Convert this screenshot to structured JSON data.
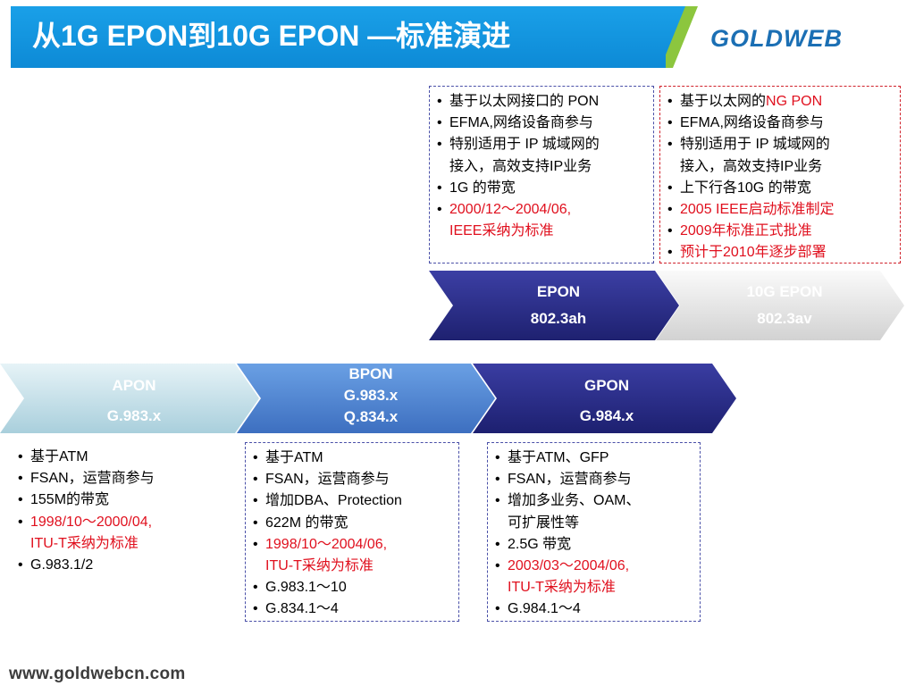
{
  "header": {
    "title": "从1G EPON到10G EPON —标准演进",
    "logo_text": "GOLDWEB"
  },
  "footer": {
    "url": "www.goldwebcn.com"
  },
  "top_row": {
    "epon": {
      "name": "EPON",
      "std": "802.3ah"
    },
    "10g_epon": {
      "name": "10G EPON",
      "std": "802.3av"
    }
  },
  "bottom_row": {
    "apon": {
      "name": "APON",
      "std": "G.983.x"
    },
    "bpon": {
      "line1": "BPON",
      "line2": "G.983.x",
      "line3": "Q.834.x"
    },
    "gpon": {
      "name": "GPON",
      "std": "G.984.x"
    }
  },
  "boxes": {
    "epon": [
      "基于以太网接口的 PON",
      "EFMA,网络设备商参与",
      "特别适用于 IP 城域网的",
      "接入，高效支持IP业务",
      "1G 的带宽",
      "2000/12～2004/06,",
      "IEEE采纳为标准"
    ],
    "10g_epon": {
      "item1_prefix": "基于以太网的",
      "item1_highlight": "NG PON",
      "items": [
        "EFMA,网络设备商参与",
        "特别适用于 IP 城域网的",
        "接入，高效支持IP业务",
        "上下行各10G 的带宽",
        "2005 IEEE启动标准制定",
        "2009年标准正式批准",
        "预计于2010年逐步部署"
      ]
    },
    "apon": [
      "基于ATM",
      "FSAN，运营商参与",
      "155M的带宽",
      "1998/10～2000/04,",
      "ITU-T采纳为标准",
      "G.983.1/2"
    ],
    "bpon": [
      "基于ATM",
      "FSAN，运营商参与",
      "增加DBA、Protection",
      "622M 的带宽",
      "1998/10～2004/06,",
      "ITU-T采纳为标准",
      "G.983.1～10",
      "G.834.1～4"
    ],
    "gpon": [
      "基于ATM、GFP",
      "FSAN，运营商参与",
      "增加多业务、OAM、",
      "可扩展性等",
      "2.5G 带宽",
      "2003/03～2004/06,",
      "ITU-T采纳为标准",
      "G.984.1～4"
    ]
  },
  "colors": {
    "title_bar": "#0d8ad6",
    "epon_arrow": "#2a2d8a",
    "gpon_arrow": "#2a2d8a",
    "bpon_arrow": "#5a8ed6",
    "apon_arrow": "#cfe6ee",
    "10g_arrow": "#e8e8e8",
    "highlight_red": "#e0101e"
  }
}
